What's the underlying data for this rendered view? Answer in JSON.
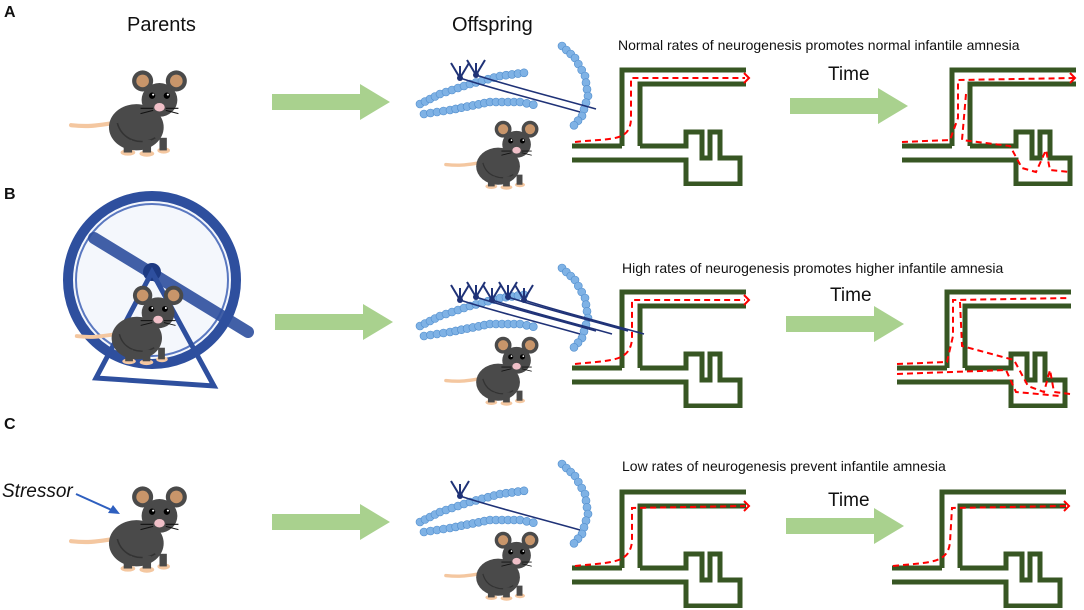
{
  "headers": {
    "parents": "Parents",
    "offspring": "Offspring"
  },
  "rows": [
    {
      "panel": "A",
      "caption": "Normal  rates of neurogenesis  promotes normal infantile amnesia",
      "time": "Time",
      "neurons": 2,
      "parent_condition": "standard"
    },
    {
      "panel": "B",
      "caption": "High rates of neurogenesis  promotes higher infantile amnesia",
      "time": "Time",
      "neurons": 5,
      "parent_condition": "running wheel"
    },
    {
      "panel": "C",
      "caption": "Low rates of neurogenesis  prevent infantile amnesia",
      "time": "Time",
      "neurons": 1,
      "parent_condition": "stressor",
      "stressor_label": "Stressor"
    }
  ],
  "colors": {
    "arrow": "#a9d18e",
    "maze": "#375623",
    "path": "#ff0000",
    "mouse_body": "#4a4a4a",
    "mouse_ear": "#c8956a",
    "tail": "#f4c7a0",
    "wheel": "#2e4f9e",
    "cell": "#7fb2e5",
    "dendrite": "#1f3277",
    "stressor_arrow": "#2e5fbf"
  }
}
